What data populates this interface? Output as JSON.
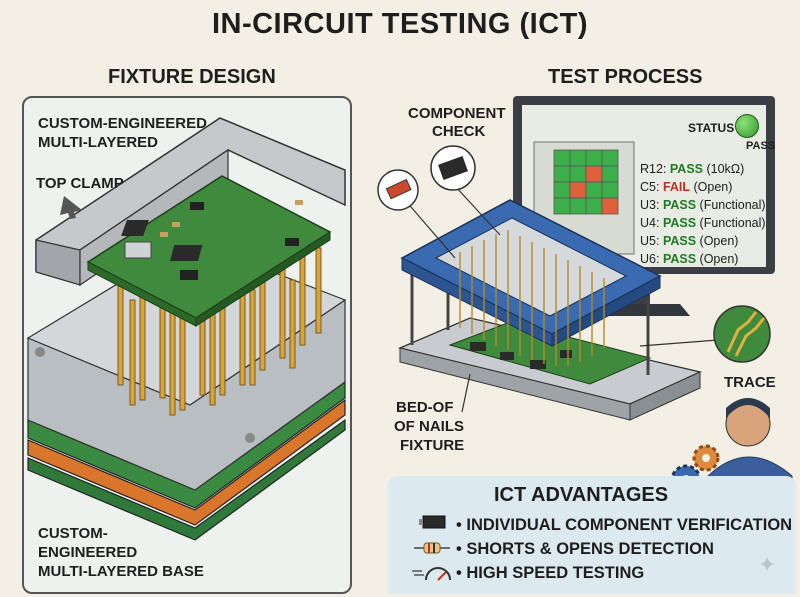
{
  "title": "IN-CIRCUIT TESTING (ICT)",
  "fixture": {
    "heading": "FIXTURE DESIGN",
    "top_label_1": "CUSTOM-ENGINEERED",
    "top_label_2": "MULTI-LAYERED",
    "clamp_label": "TOP CLAMP",
    "base_label_1": "CUSTOM-",
    "base_label_2": "ENGINEERED",
    "base_label_3": "MULTI-LAYERED BASE"
  },
  "process": {
    "heading": "TEST PROCESS",
    "component_check_1": "COMPONENT",
    "component_check_2": "CHECK",
    "bed_label_1": "BED-OF",
    "bed_label_2": "OF NAILS",
    "bed_label_3": "FIXTURE",
    "trace_label": "TRACE"
  },
  "monitor": {
    "status_label": "STATUS",
    "status_value": "PASS",
    "results": [
      {
        "ref": "R12:",
        "result": "PASS",
        "detail": " (10kΩ)",
        "status": "pass"
      },
      {
        "ref": "C5:",
        "result": "FAIL",
        "detail": " (Open)",
        "status": "fail"
      },
      {
        "ref": "U3:",
        "result": "PASS",
        "detail": " (Functional)",
        "status": "pass"
      },
      {
        "ref": "U4:",
        "result": "PASS",
        "detail": " (Functional)",
        "status": "pass"
      },
      {
        "ref": "U5:",
        "result": "PASS",
        "detail": " (Open)",
        "status": "pass"
      },
      {
        "ref": "U6:",
        "result": "PASS",
        "detail": " (Open)",
        "status": "pass"
      }
    ]
  },
  "advantages": {
    "heading": "ICT ADVANTAGES",
    "items": [
      {
        "text": "• INDIVIDUAL COMPONENT VERIFICATION",
        "icon": "chip-icon"
      },
      {
        "text": "• SHORTS & OPENS DETECTION",
        "icon": "resistor-icon"
      },
      {
        "text": "• HIGH SPEED TESTING",
        "icon": "speedometer-icon"
      }
    ]
  },
  "colors": {
    "pcb_green": "#3f8a3c",
    "fixture_blue": "#3a6ab0",
    "pass_green": "#1f7a23",
    "fail_red": "#c3301f",
    "pin_gold": "#d9a53a"
  }
}
